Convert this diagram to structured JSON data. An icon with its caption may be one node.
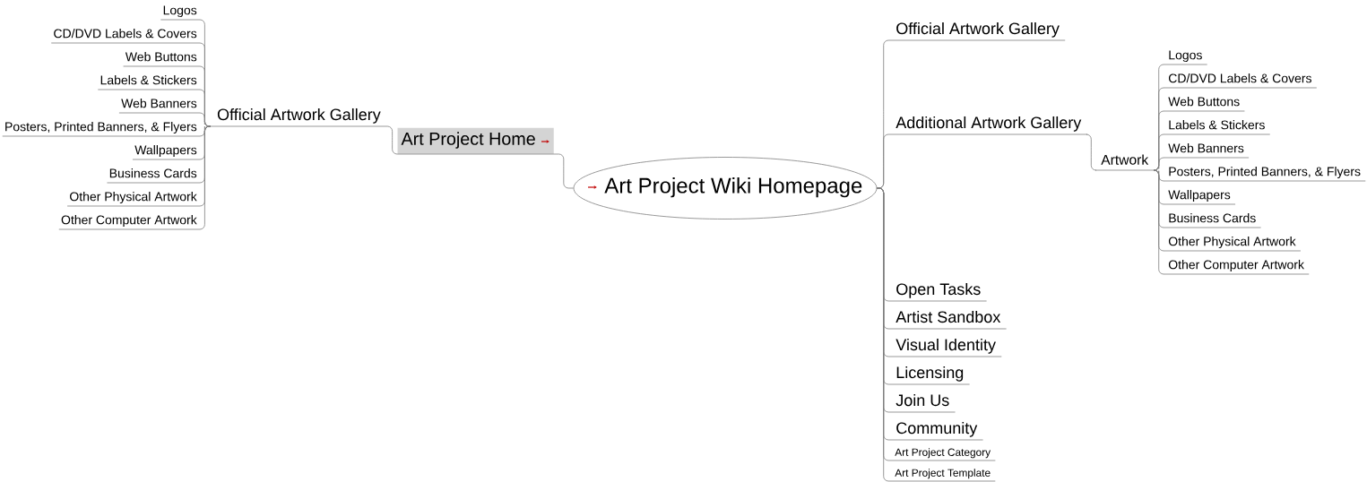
{
  "diagram": {
    "nodes": [
      {
        "text": [
          "Art Project Wiki Homepage"
        ]
      },
      {
        "text": [
          "Art Project Home"
        ]
      },
      {
        "text": [
          "Official Artwork Gallery"
        ]
      },
      {
        "text": [
          "Logos"
        ]
      },
      {
        "text": [
          "CD/DVD Labels & Covers"
        ]
      },
      {
        "text": [
          "Web Buttons"
        ]
      },
      {
        "text": [
          "Labels & Stickers"
        ]
      },
      {
        "text": [
          "Web Banners"
        ]
      },
      {
        "text": [
          "Posters, Printed Banners, & Flyers"
        ]
      },
      {
        "text": [
          "Wallpapers"
        ]
      },
      {
        "text": [
          "Business Cards"
        ]
      },
      {
        "text": [
          "Other Physical Artwork"
        ]
      },
      {
        "text": [
          "Other Computer Artwork"
        ]
      },
      {
        "text": [
          "Official Artwork Gallery"
        ]
      },
      {
        "text": [
          "Additional Artwork Gallery"
        ]
      },
      {
        "text": [
          "Artwork"
        ]
      },
      {
        "text": [
          "Logos"
        ]
      },
      {
        "text": [
          "CD/DVD Labels & Covers"
        ]
      },
      {
        "text": [
          "Web Buttons"
        ]
      },
      {
        "text": [
          "Labels & Stickers"
        ]
      },
      {
        "text": [
          "Web Banners"
        ]
      },
      {
        "text": [
          "Posters, Printed Banners, & Flyers"
        ]
      },
      {
        "text": [
          "Wallpapers"
        ]
      },
      {
        "text": [
          "Business Cards"
        ]
      },
      {
        "text": [
          "Other Physical Artwork"
        ]
      },
      {
        "text": [
          "Other Computer Artwork"
        ]
      },
      {
        "text": [
          "Open Tasks"
        ]
      },
      {
        "text": [
          "Artist Sandbox"
        ]
      },
      {
        "text": [
          "Visual Identity"
        ]
      },
      {
        "text": [
          "Licensing"
        ]
      },
      {
        "text": [
          "Join Us"
        ]
      },
      {
        "text": [
          "Community"
        ]
      },
      {
        "text": [
          "Art Project Category"
        ]
      },
      {
        "text": [
          "Art Project Template"
        ]
      }
    ],
    "edges": [
      {
        "from": 0,
        "to": 1,
        "arrow": "none"
      },
      {
        "from": 1,
        "to": 2,
        "arrow": "none"
      },
      {
        "from": 2,
        "to": 3,
        "arrow": "none"
      },
      {
        "from": 2,
        "to": 4,
        "arrow": "none"
      },
      {
        "from": 2,
        "to": 5,
        "arrow": "none"
      },
      {
        "from": 2,
        "to": 6,
        "arrow": "none"
      },
      {
        "from": 2,
        "to": 7,
        "arrow": "none"
      },
      {
        "from": 2,
        "to": 8,
        "arrow": "none"
      },
      {
        "from": 2,
        "to": 9,
        "arrow": "none"
      },
      {
        "from": 2,
        "to": 10,
        "arrow": "none"
      },
      {
        "from": 2,
        "to": 11,
        "arrow": "none"
      },
      {
        "from": 2,
        "to": 12,
        "arrow": "none"
      },
      {
        "from": 0,
        "to": 13,
        "arrow": "none"
      },
      {
        "from": 0,
        "to": 14,
        "arrow": "none"
      },
      {
        "from": 14,
        "to": 15,
        "arrow": "none"
      },
      {
        "from": 15,
        "to": 16,
        "arrow": "none"
      },
      {
        "from": 15,
        "to": 17,
        "arrow": "none"
      },
      {
        "from": 15,
        "to": 18,
        "arrow": "none"
      },
      {
        "from": 15,
        "to": 19,
        "arrow": "none"
      },
      {
        "from": 15,
        "to": 20,
        "arrow": "none"
      },
      {
        "from": 15,
        "to": 21,
        "arrow": "none"
      },
      {
        "from": 15,
        "to": 22,
        "arrow": "none"
      },
      {
        "from": 15,
        "to": 23,
        "arrow": "none"
      },
      {
        "from": 15,
        "to": 24,
        "arrow": "none"
      },
      {
        "from": 15,
        "to": 25,
        "arrow": "none"
      },
      {
        "from": 0,
        "to": 26,
        "arrow": "none"
      },
      {
        "from": 0,
        "to": 27,
        "arrow": "none"
      },
      {
        "from": 0,
        "to": 28,
        "arrow": "none"
      },
      {
        "from": 0,
        "to": 29,
        "arrow": "none"
      },
      {
        "from": 0,
        "to": 30,
        "arrow": "none"
      },
      {
        "from": 0,
        "to": 31,
        "arrow": "none"
      },
      {
        "from": 0,
        "to": 32,
        "arrow": "none"
      },
      {
        "from": 0,
        "to": 33,
        "arrow": "none"
      }
    ]
  }
}
